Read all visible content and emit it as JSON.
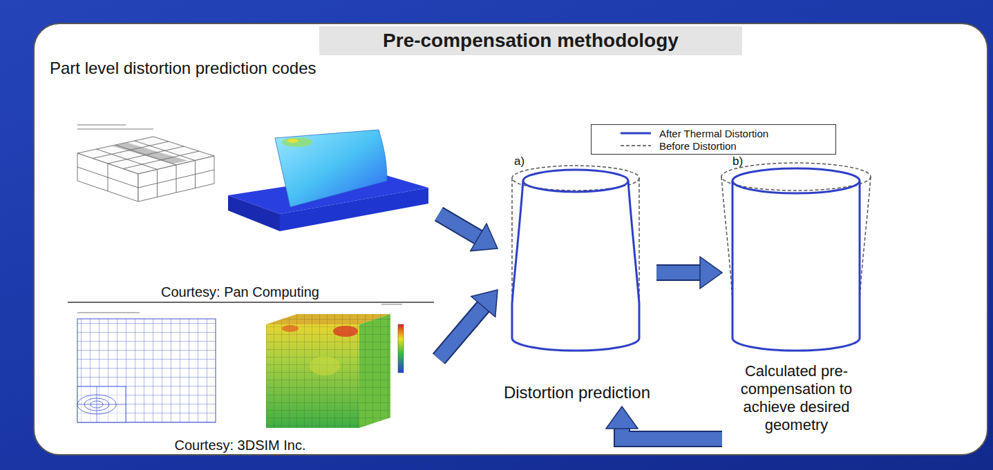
{
  "diagram": {
    "title": "Pre-compensation methodology",
    "nodes": [
      {
        "text": [
          "Part level distortion prediction codes",
          "Courtesy: Pan Computing"
        ]
      },
      {
        "text": [
          "Courtesy: 3DSIM Inc."
        ]
      },
      {
        "text": [
          "Distortion prediction"
        ]
      },
      {
        "text": [
          "Calculated pre-compensation to achieve desired geometry"
        ]
      }
    ],
    "edges": [
      {
        "from": 0,
        "to": 2,
        "arrow": "to"
      },
      {
        "from": 1,
        "to": 2,
        "arrow": "to"
      },
      {
        "from": 2,
        "to": 3,
        "arrow": "to"
      },
      {
        "from": 3,
        "to": 2,
        "arrow": "to"
      }
    ],
    "labels": [
      "a)",
      "b)"
    ],
    "legend": [
      {
        "text": "After Thermal Distortion"
      },
      {
        "text": "Before Distortion"
      }
    ]
  }
}
